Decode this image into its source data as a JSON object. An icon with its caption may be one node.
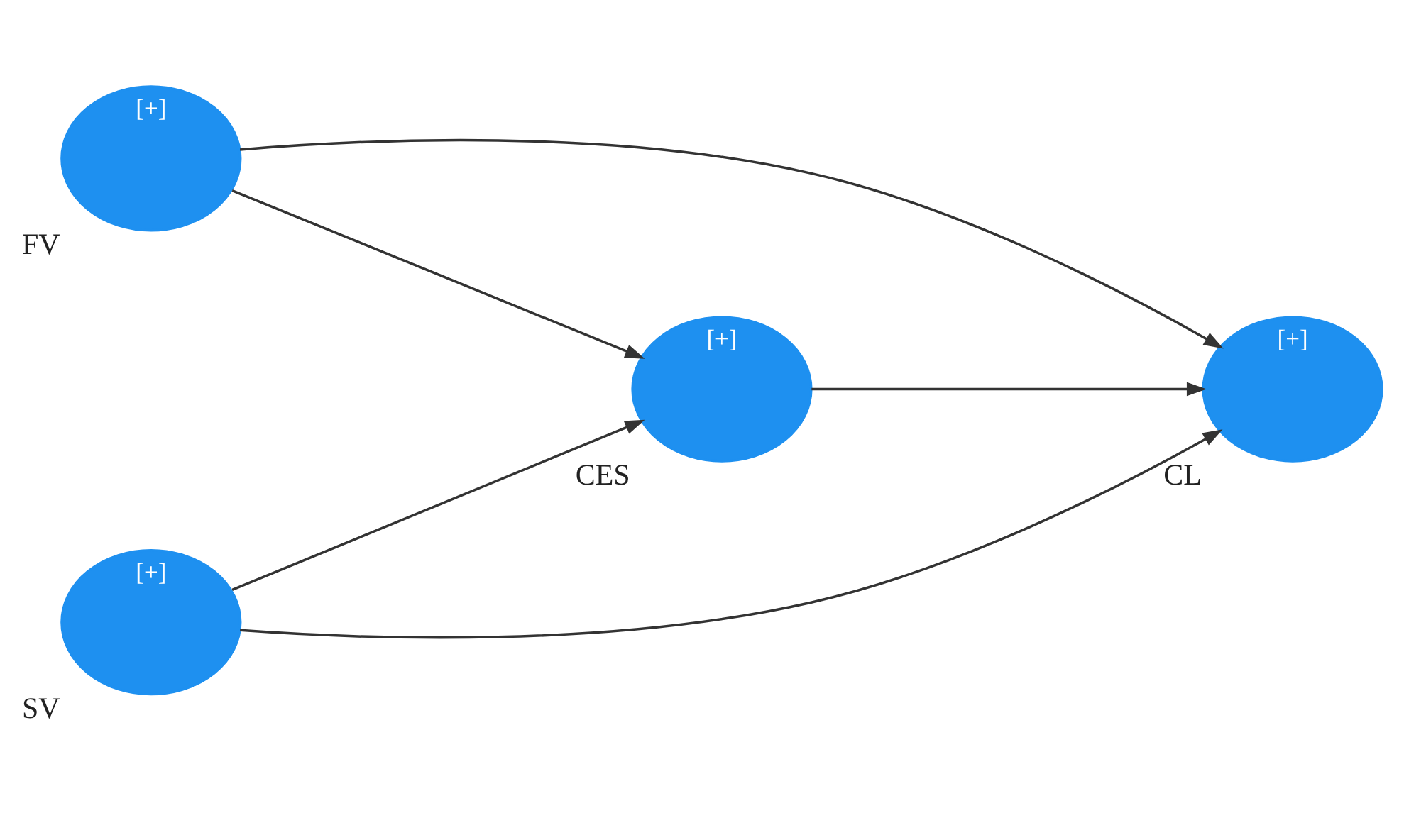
{
  "diagram": {
    "nodes": [
      {
        "text": [
          "[+]"
        ],
        "beside": [
          "FV"
        ]
      },
      {
        "text": [
          "[+]"
        ],
        "beside": [
          "SV"
        ]
      },
      {
        "text": [
          "[+]"
        ],
        "beside": [
          "CES"
        ]
      },
      {
        "text": [
          "[+]"
        ],
        "beside": [
          "CL"
        ]
      }
    ],
    "edges": [
      {
        "from": 0,
        "to": 2,
        "arrow": "to"
      },
      {
        "from": 0,
        "to": 3,
        "arrow": "to"
      },
      {
        "from": 2,
        "to": 3,
        "arrow": "to"
      },
      {
        "from": 1,
        "to": 2,
        "arrow": "to"
      },
      {
        "from": 1,
        "to": 3,
        "arrow": "to"
      }
    ]
  }
}
